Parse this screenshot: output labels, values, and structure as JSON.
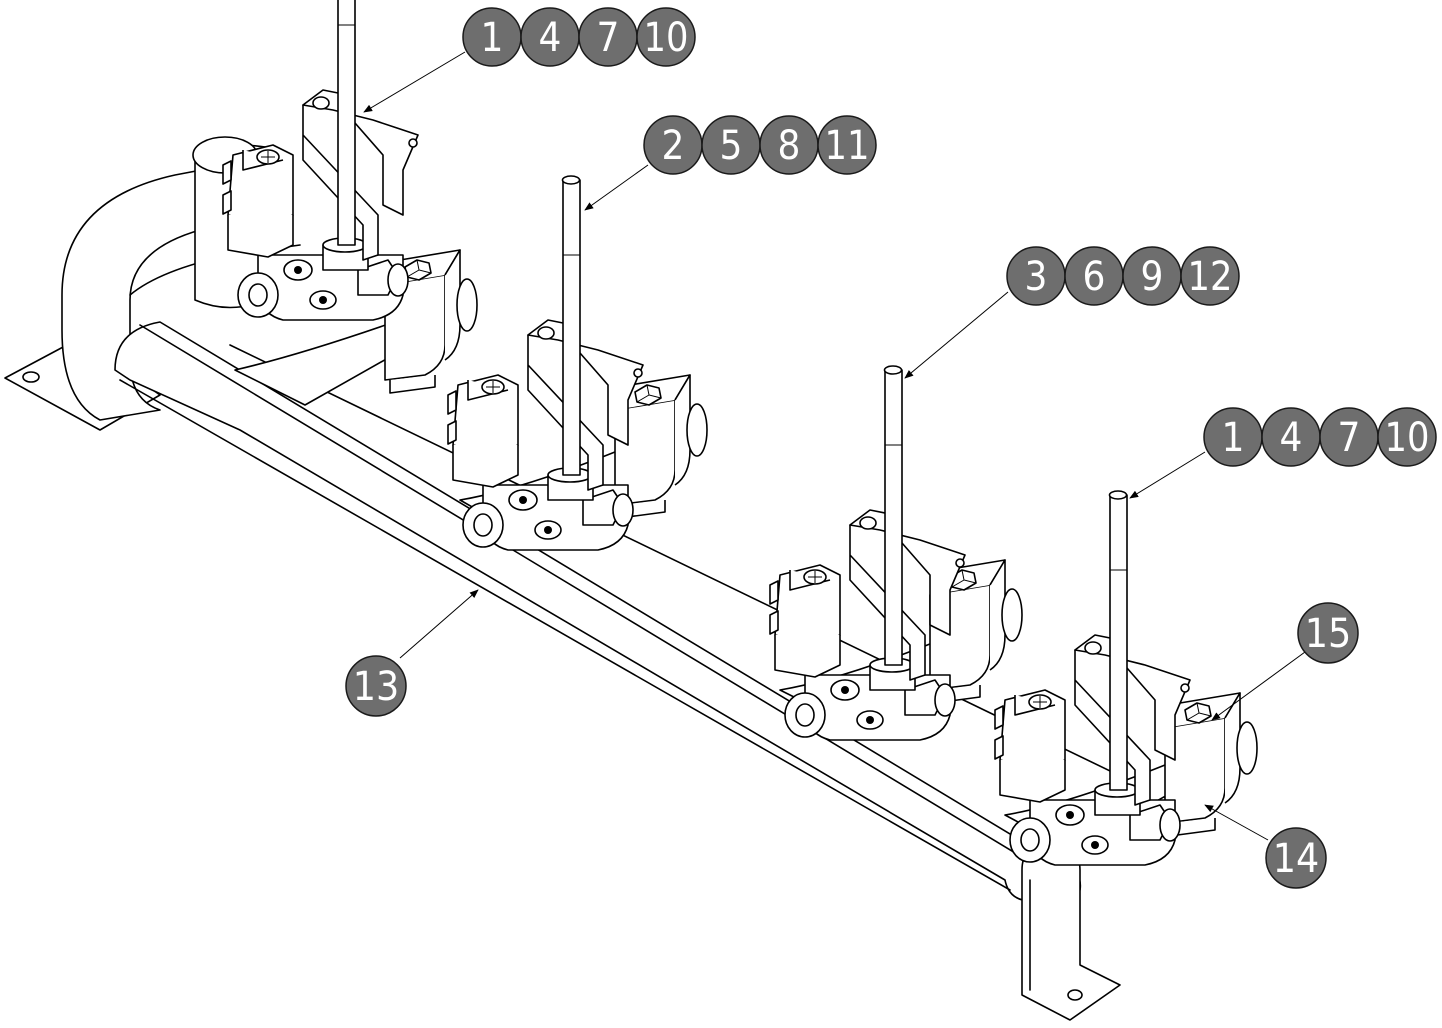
{
  "diagram": {
    "callouts": [
      {
        "id": "c-1a",
        "labels": [
          "1",
          "4",
          "7",
          "10"
        ]
      },
      {
        "id": "c-2",
        "labels": [
          "2",
          "5",
          "8",
          "11"
        ]
      },
      {
        "id": "c-3",
        "labels": [
          "3",
          "6",
          "9",
          "12"
        ]
      },
      {
        "id": "c-1b",
        "labels": [
          "1",
          "4",
          "7",
          "10"
        ]
      },
      {
        "id": "c-13",
        "labels": [
          "13"
        ]
      },
      {
        "id": "c-14",
        "labels": [
          "14"
        ]
      },
      {
        "id": "c-15",
        "labels": [
          "15"
        ]
      }
    ],
    "colors": {
      "callout_fill": "#6e6e6e",
      "line": "#000000",
      "background": "#ffffff"
    }
  }
}
